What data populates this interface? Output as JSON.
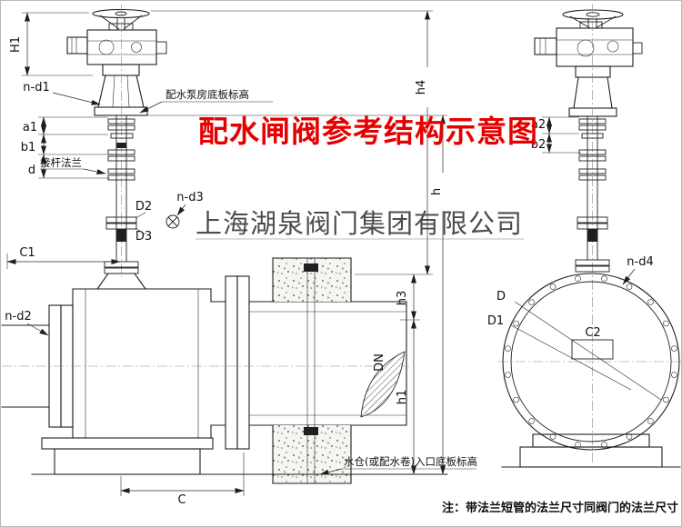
{
  "title": "配水闸阀参考结构示意图",
  "watermark": "上海湖泉阀门集团有限公司",
  "note": "注：带法兰短管的法兰尺寸同阀门的法兰尺寸",
  "colors": {
    "title_red": "#e60000",
    "line": "#1f1f1f"
  },
  "left_view": {
    "H1": "H1",
    "n_d1": "n-d1",
    "a1": "a1",
    "b1": "b1",
    "d": "d",
    "stem_flange_label": "接杆法兰",
    "pump_floor_label": "配水泵房底板标高",
    "D2": "D2",
    "n_d3": "n-d3",
    "D3": "D3",
    "C1": "C1",
    "n_d2": "n-d2",
    "DN": "DN",
    "h3": "h3",
    "h1": "h1",
    "C": "C",
    "inlet_floor_label": "水仓(或配水卷)入口底板标高"
  },
  "center": {
    "h4": "h4",
    "h": "h"
  },
  "right_view": {
    "a2": "a2",
    "b2": "b2",
    "n_d4": "n-d4",
    "D": "D",
    "D1": "D1",
    "C2": "C2"
  }
}
